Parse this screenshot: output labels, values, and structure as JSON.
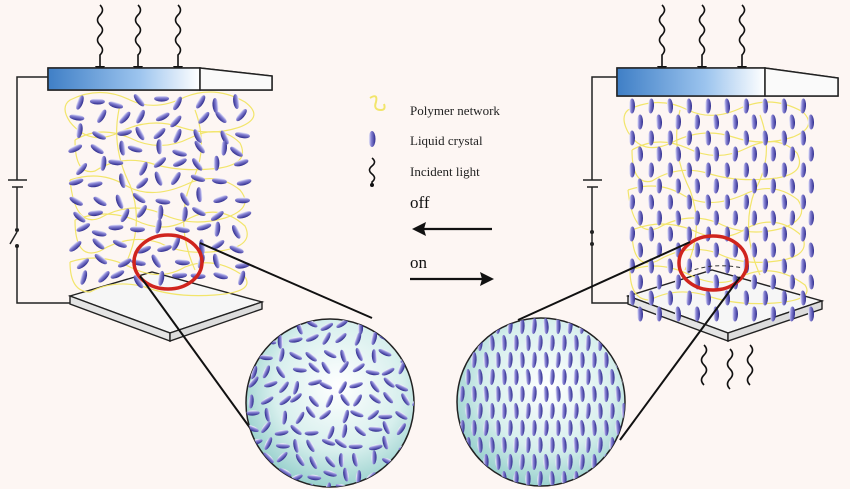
{
  "legend": {
    "polymer_network": "Polymer network",
    "liquid_crystal": "Liquid crystal",
    "incident_light": "Incident light"
  },
  "states": {
    "off": "off",
    "on": "on"
  },
  "colors": {
    "background": "#fdf6f3",
    "polymer": "#f2e56b",
    "liquid_crystal": "#5a55b8",
    "glass_plate": "#6aa6dc",
    "highlight_circle": "#d0241d",
    "magnifier_fill": "#bfe3e0"
  }
}
